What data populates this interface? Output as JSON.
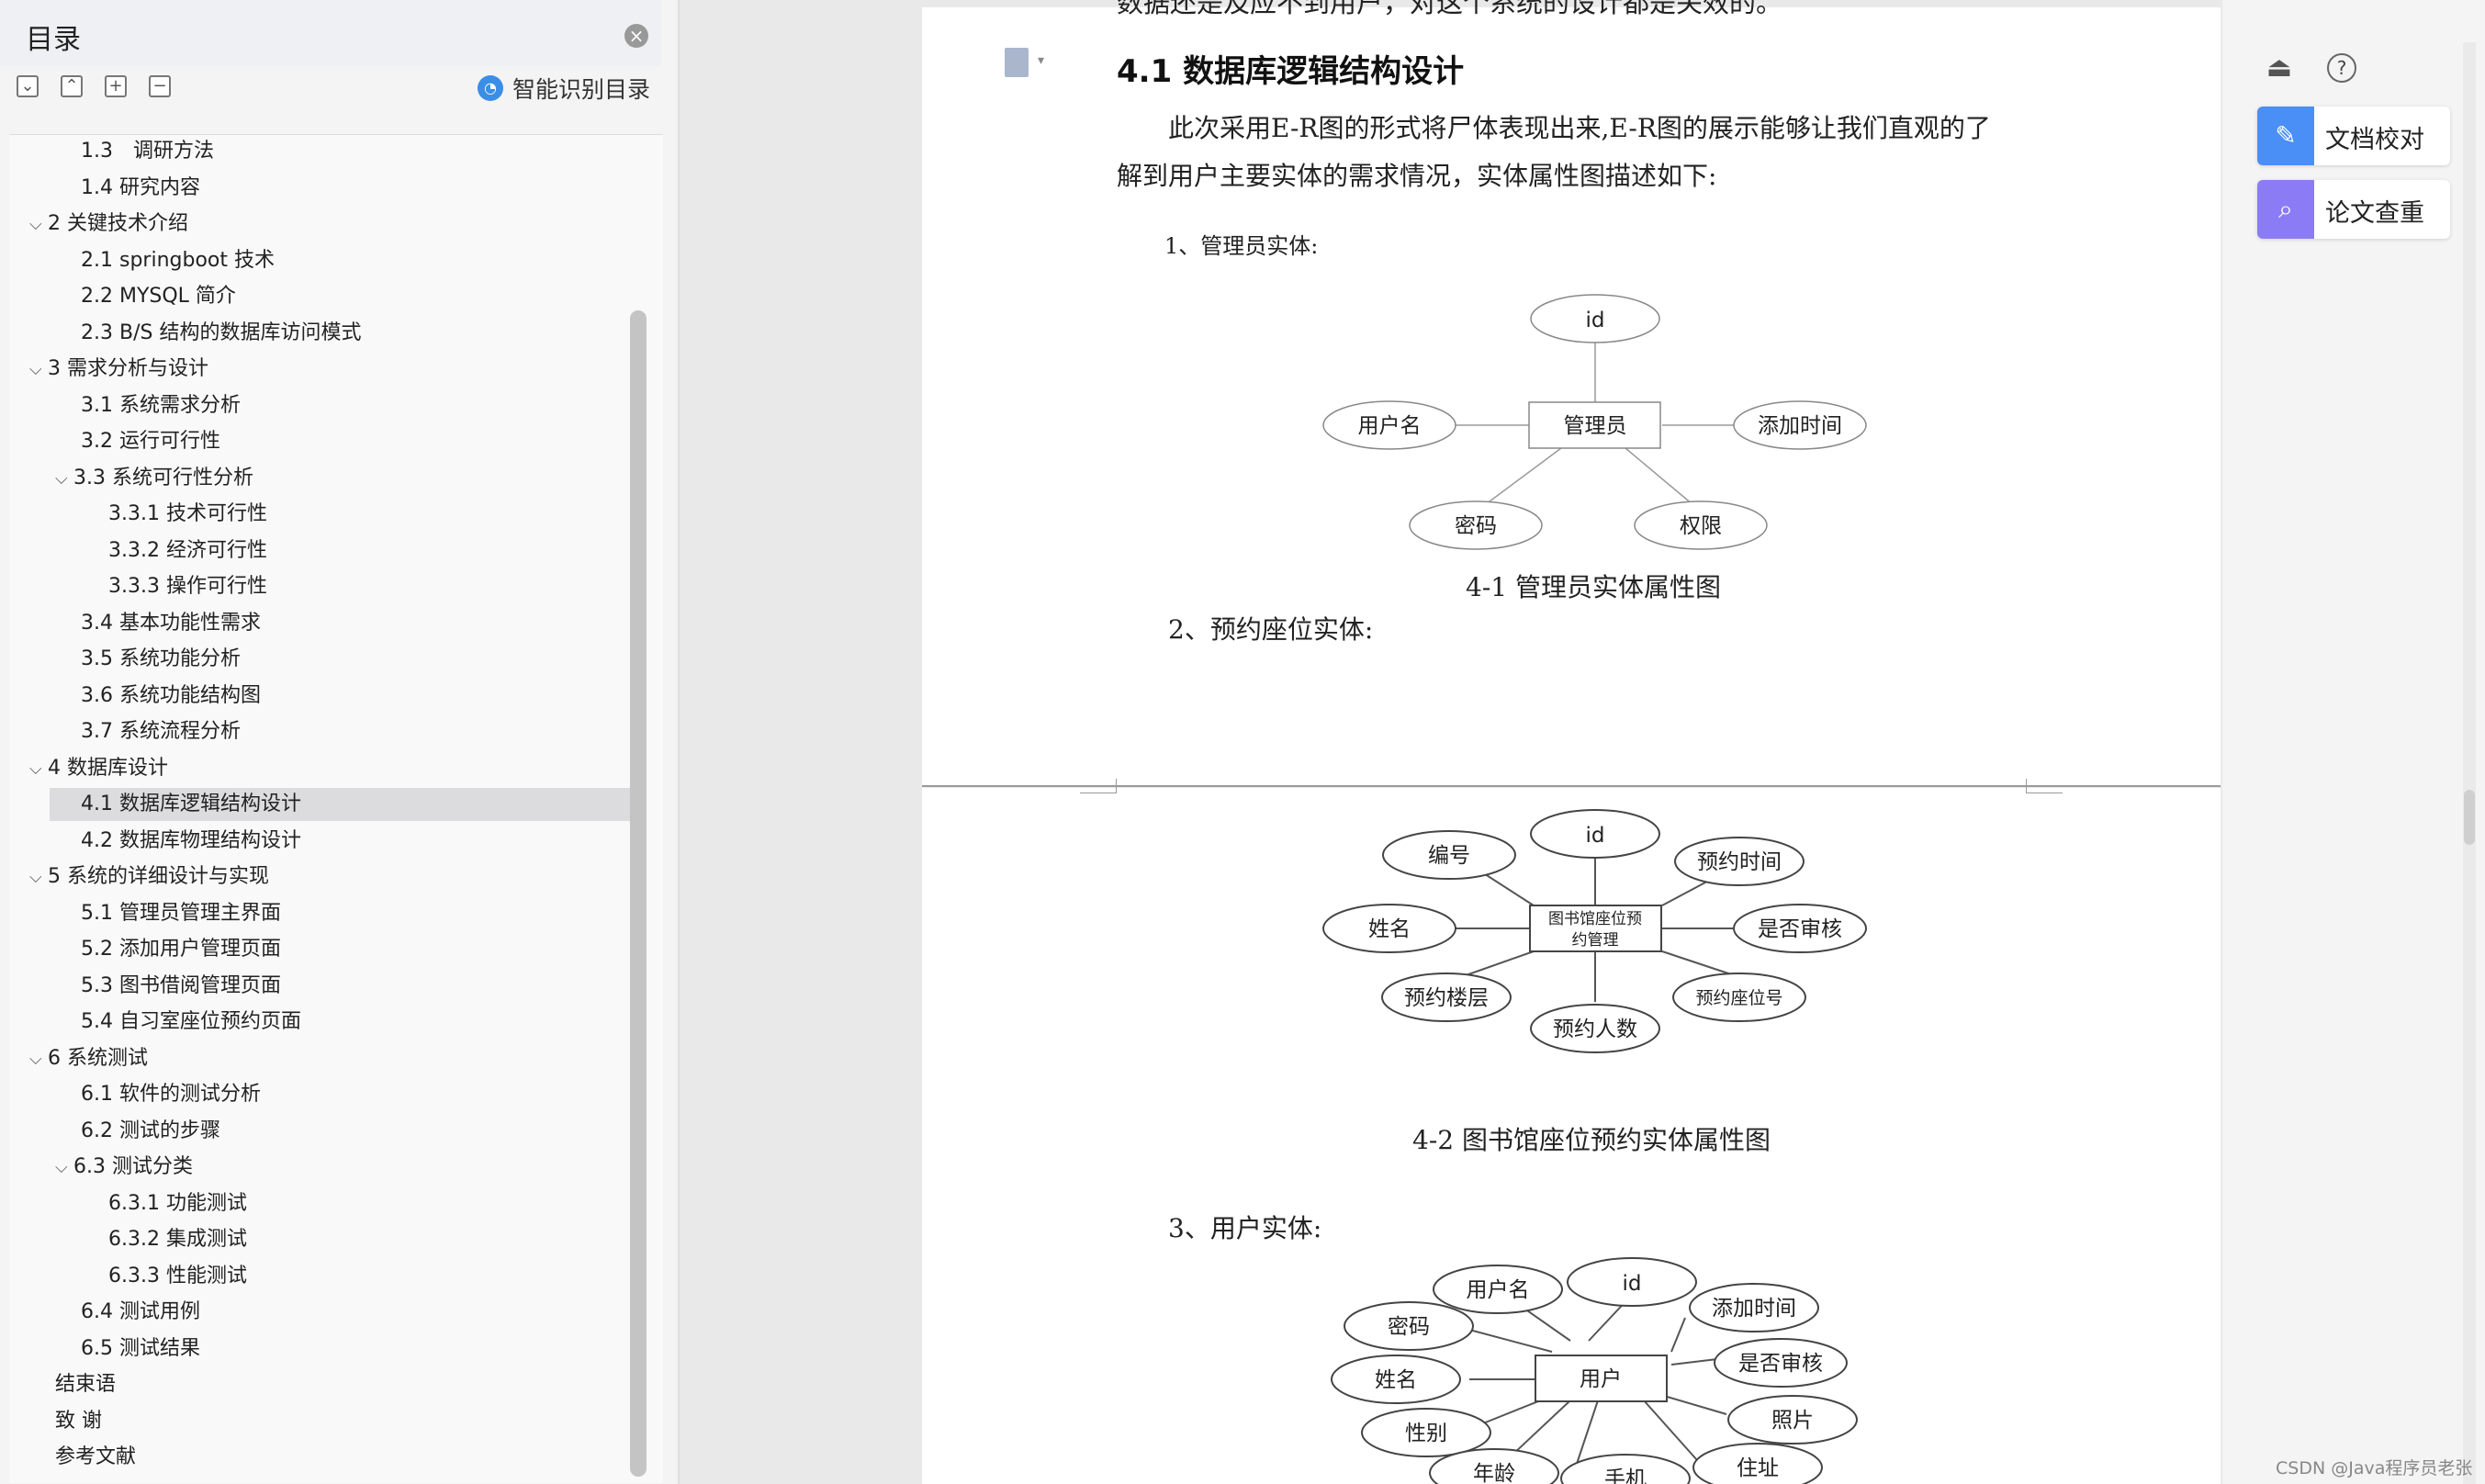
{
  "toc": {
    "title": "目录",
    "smart_label": "智能识别目录",
    "items": [
      {
        "label": "1.3　调研方法"
      },
      {
        "label": "1.4 研究内容"
      },
      {
        "label": "2 关键技术介绍"
      },
      {
        "label": "2.1 springboot 技术"
      },
      {
        "label": "2.2 MYSQL 简介"
      },
      {
        "label": "2.3 B/S 结构的数据库访问模式"
      },
      {
        "label": "3 需求分析与设计"
      },
      {
        "label": "3.1 系统需求分析"
      },
      {
        "label": "3.2 运行可行性"
      },
      {
        "label": "3.3 系统可行性分析"
      },
      {
        "label": "3.3.1 技术可行性"
      },
      {
        "label": "3.3.2 经济可行性"
      },
      {
        "label": "3.3.3 操作可行性"
      },
      {
        "label": "3.4 基本功能性需求"
      },
      {
        "label": "3.5 系统功能分析"
      },
      {
        "label": "3.6 系统功能结构图"
      },
      {
        "label": "3.7 系统流程分析"
      },
      {
        "label": "4 数据库设计"
      },
      {
        "label": "4.1 数据库逻辑结构设计"
      },
      {
        "label": "4.2 数据库物理结构设计"
      },
      {
        "label": "5 系统的详细设计与实现"
      },
      {
        "label": "5.1 管理员管理主界面"
      },
      {
        "label": "5.2 添加用户管理页面"
      },
      {
        "label": "5.3 图书借阅管理页面"
      },
      {
        "label": "5.4 自习室座位预约页面"
      },
      {
        "label": "6 系统测试"
      },
      {
        "label": "6.1 软件的测试分析"
      },
      {
        "label": "6.2 测试的步骤"
      },
      {
        "label": "6.3 测试分类"
      },
      {
        "label": "6.3.1 功能测试"
      },
      {
        "label": "6.3.2 集成测试"
      },
      {
        "label": "6.3.3 性能测试"
      },
      {
        "label": "6.4 测试用例"
      },
      {
        "label": "6.5 测试结果"
      },
      {
        "label": "结束语"
      },
      {
        "label": "致 谢"
      },
      {
        "label": "参考文献"
      }
    ]
  },
  "doc": {
    "cut_line": "数据还是及应不到用户，对这个系统的设计都是关效的。",
    "heading": "4.1 数据库逻辑结构设计",
    "intro_line1": "此次采用E-R图的形式将尸体表现出来,E-R图的展示能够让我们直观的了",
    "intro_line2": "解到用户主要实体的需求情况，实体属性图描述如下:",
    "entity1_title": "1、管理员实体:",
    "entity2_title": "2、预约座位实体:",
    "entity3_title": "3、用户实体:",
    "fig1": {
      "center": "管理员",
      "attrs": [
        "id",
        "用户名",
        "添加时间",
        "密码",
        "权限"
      ],
      "caption": "4-1 管理员实体属性图"
    },
    "fig2": {
      "center_line1": "图书馆座位预",
      "center_line2": "约管理",
      "attrs": [
        "id",
        "编号",
        "预约时间",
        "姓名",
        "是否审核",
        "预约楼层",
        "预约座位号",
        "预约人数"
      ],
      "caption": "4-2 图书馆座位预约实体属性图"
    },
    "fig3": {
      "center": "用户",
      "attrs": [
        "id",
        "用户名",
        "添加时间",
        "密码",
        "是否审核",
        "姓名",
        "照片",
        "性别",
        "住址",
        "年龄",
        "手机"
      ]
    }
  },
  "right_panel": {
    "btn1": "文档校对",
    "btn2": "论文查重",
    "btn1_color": "#4a8ff5",
    "btn2_color": "#8b7cf6"
  },
  "watermark": "CSDN @Java程序员老张"
}
